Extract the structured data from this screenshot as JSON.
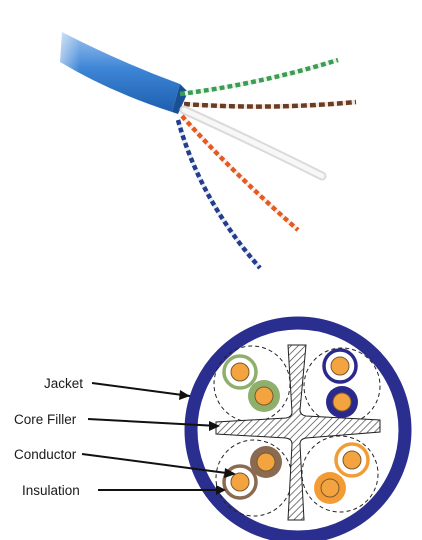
{
  "diagram": {
    "labels": {
      "jacket": "Jacket",
      "core_filler": "Core Filler",
      "conductor": "Conductor",
      "insulation": "Insulation"
    },
    "colors": {
      "jacket_blue": "#2a2f8f",
      "green_pair": "#8fb06a",
      "blue_pair": "#2b2a8c",
      "brown_pair": "#8a6a50",
      "orange_pair": "#f39c36",
      "conductor_fill": "#f3a33f",
      "filler_hatch": "#333333"
    }
  }
}
